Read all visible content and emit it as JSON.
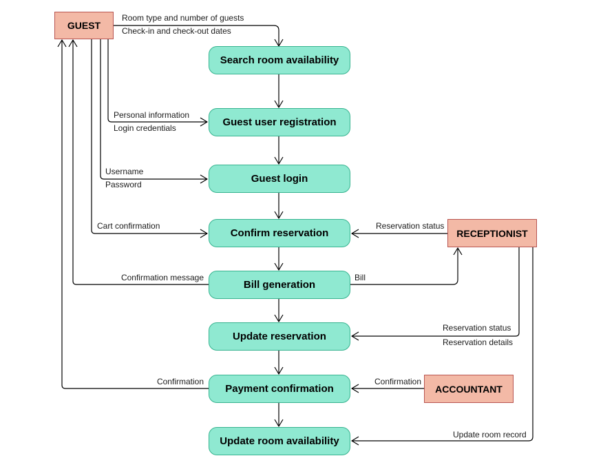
{
  "colors": {
    "process_fill": "#8fe9d1",
    "entity_fill": "#f3b9a6",
    "entity_border": "#b85450",
    "process_border": "#36b38f",
    "edge": "#000000"
  },
  "entities": {
    "guest": "GUEST",
    "receptionist": "RECEPTIONIST",
    "accountant": "ACCOUNTANT"
  },
  "processes": {
    "search_room": "Search room availability",
    "registration": "Guest user registration",
    "login": "Guest login",
    "confirm_reservation": "Confirm reservation",
    "bill_generation": "Bill generation",
    "update_reservation": "Update reservation",
    "payment_confirmation": "Payment confirmation",
    "update_room": "Update room availability"
  },
  "flows": {
    "room_type": "Room type and number of guests",
    "dates": "Check-in and check-out dates",
    "personal_info": "Personal information",
    "login_credentials": "Login credentials",
    "username": "Username",
    "password": "Password",
    "cart_confirmation": "Cart confirmation",
    "reservation_status_in": "Reservation status",
    "confirmation_message": "Confirmation message",
    "bill": "Bill",
    "reservation_status_update": "Reservation status",
    "reservation_details": "Reservation details",
    "confirmation_to_guest": "Confirmation",
    "confirmation_from_accountant": "Confirmation",
    "update_room_record": "Update room record"
  }
}
